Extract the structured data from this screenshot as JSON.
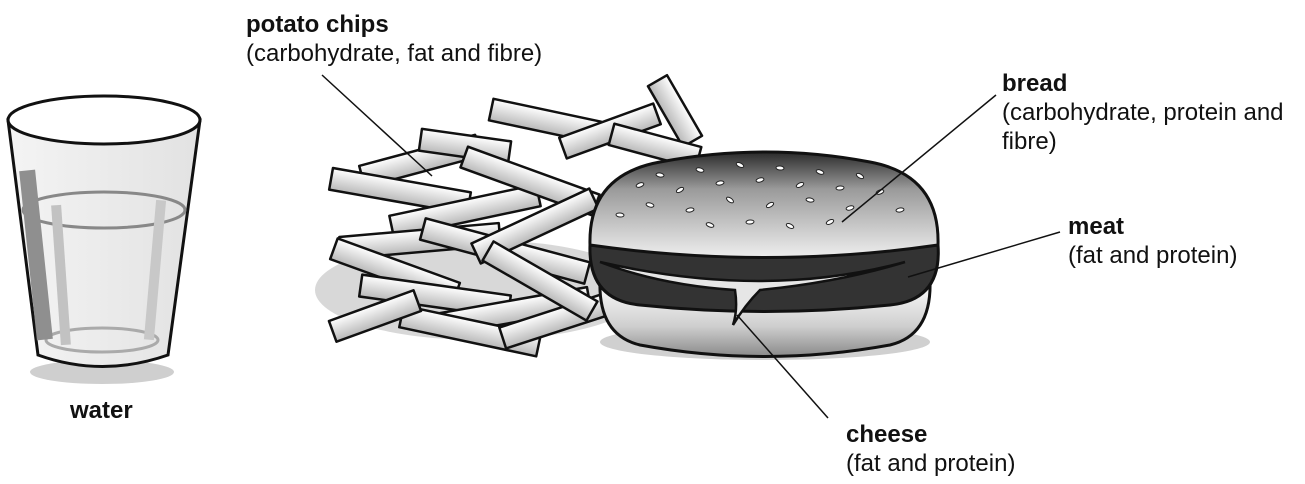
{
  "labels": {
    "water": "water",
    "chips": {
      "name": "potato chips",
      "desc": "(carbohydrate, fat and fibre)"
    },
    "bread": {
      "name": "bread",
      "desc": "(carbohydrate, protein and fibre)"
    },
    "meat": {
      "name": "meat",
      "desc": "(fat and protein)"
    },
    "cheese": {
      "name": "cheese",
      "desc": "(fat and protein)"
    }
  }
}
